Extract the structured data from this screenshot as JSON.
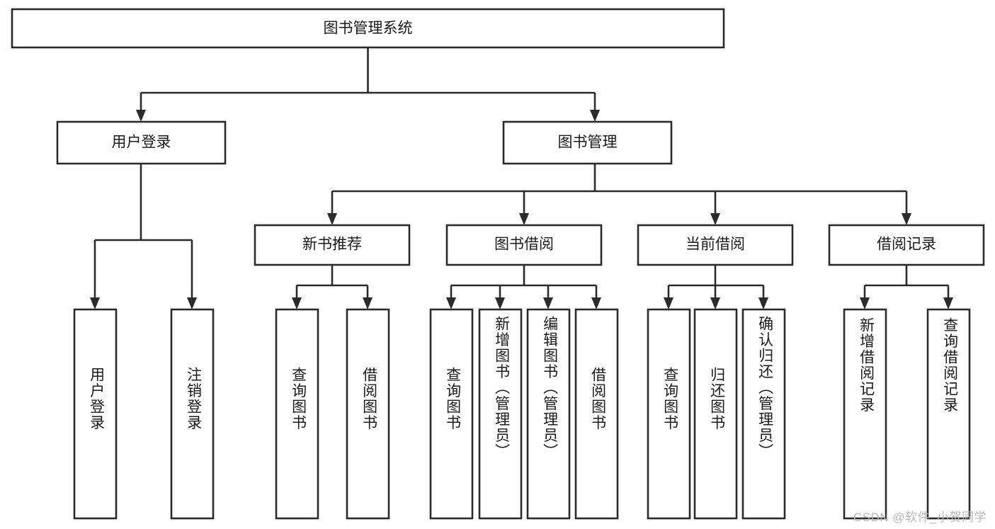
{
  "diagram": {
    "title": "图书管理系统",
    "type": "tree",
    "orientation": "top-down",
    "watermark": "CSDN @软件_小贺同学",
    "colors": {
      "stroke": "#2b2b2b",
      "fill": "#ffffff",
      "text": "#1a1a1a",
      "watermark": "#b9b9b9"
    },
    "nodes": {
      "root": {
        "id": "root",
        "label": "图书管理系统",
        "level": 0
      },
      "level1": [
        {
          "id": "user-login",
          "label": "用户登录",
          "level": 1
        },
        {
          "id": "book-manage",
          "label": "图书管理",
          "level": 1
        }
      ],
      "level2": [
        {
          "id": "new-book-recommend",
          "label": "新书推荐",
          "level": 2,
          "parent": "book-manage"
        },
        {
          "id": "book-borrow",
          "label": "图书借阅",
          "level": 2,
          "parent": "book-manage"
        },
        {
          "id": "current-borrow",
          "label": "当前借阅",
          "level": 2,
          "parent": "book-manage"
        },
        {
          "id": "borrow-record",
          "label": "借阅记录",
          "level": 2,
          "parent": "book-manage"
        }
      ],
      "leaves": [
        {
          "id": "leaf-user-login",
          "label": "用户登录",
          "parent": "user-login"
        },
        {
          "id": "leaf-logout",
          "label": "注销登录",
          "parent": "user-login"
        },
        {
          "id": "leaf-query-book-1",
          "label": "查询图书",
          "parent": "new-book-recommend"
        },
        {
          "id": "leaf-borrow-book-1",
          "label": "借阅图书",
          "parent": "new-book-recommend"
        },
        {
          "id": "leaf-query-book-2",
          "label": "查询图书",
          "parent": "book-borrow"
        },
        {
          "id": "leaf-add-book",
          "label": "新增图书（管理员）",
          "parent": "book-borrow"
        },
        {
          "id": "leaf-edit-book",
          "label": "编辑图书（管理员）",
          "parent": "book-borrow"
        },
        {
          "id": "leaf-borrow-book-2",
          "label": "借阅图书",
          "parent": "book-borrow"
        },
        {
          "id": "leaf-query-book-3",
          "label": "查询图书",
          "parent": "current-borrow"
        },
        {
          "id": "leaf-return-book",
          "label": "归还图书",
          "parent": "current-borrow"
        },
        {
          "id": "leaf-confirm-return",
          "label": "确认归还（管理员）",
          "parent": "current-borrow"
        },
        {
          "id": "leaf-add-record",
          "label": "新增借阅记录",
          "parent": "borrow-record"
        },
        {
          "id": "leaf-query-record",
          "label": "查询借阅记录",
          "parent": "borrow-record"
        }
      ]
    }
  }
}
